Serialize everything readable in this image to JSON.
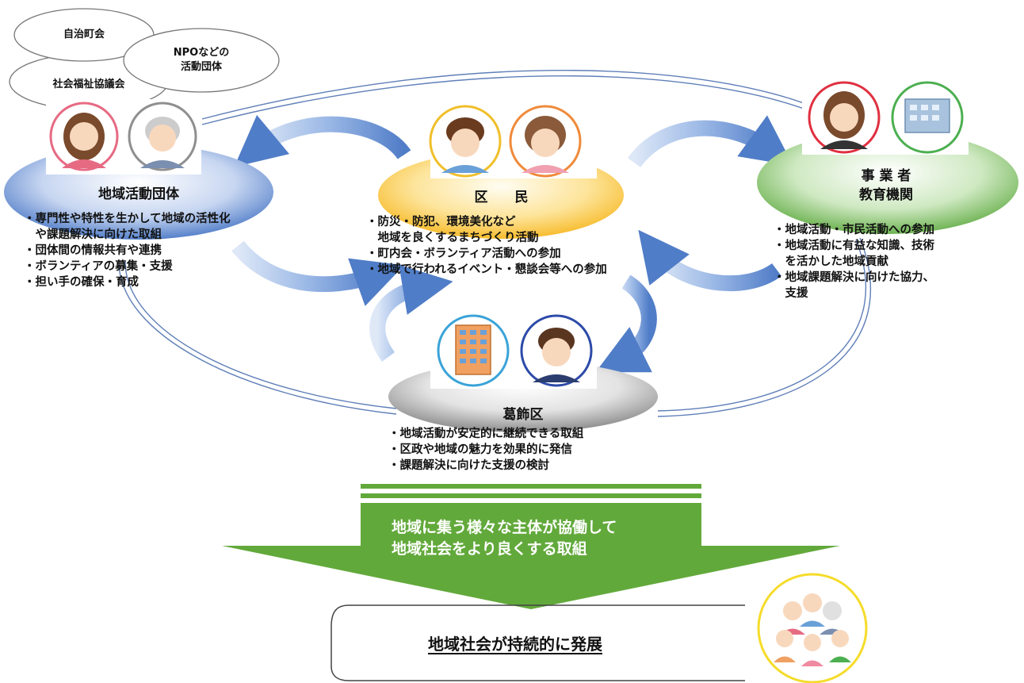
{
  "bubbles": {
    "jichi": "自治町会",
    "npo": [
      "NPOなどの",
      "活動団体"
    ],
    "shakyo": "社会福祉協議会"
  },
  "groups": {
    "chiiki": {
      "title": "地域活動団体",
      "bullets": [
        "・専門性や特性を生かして地域の活性化",
        "　や課題解決に向けた取組",
        "・団体間の情報共有や連携",
        "・ボランティアの募集・支援",
        "・担い手の確保・育成"
      ]
    },
    "kumin": {
      "title": "区　　民",
      "bullets": [
        "・防災・防犯、環境美化など",
        "　地域を良くするまちづくり活動",
        "・町内会・ボランティア活動への参加",
        "・地域で行われるイベント・懇談会等への参加"
      ]
    },
    "jigyosha": {
      "title_lines": [
        "事 業 者",
        "教育機関"
      ],
      "bullets": [
        "・地域活動・市民活動への参加",
        "・地域活動に有益な知識、技術",
        "　を活かした地域貢献",
        "・地域課題解決に向けた協力、",
        "　支援"
      ]
    },
    "katsushika": {
      "title": "葛飾区",
      "bullets": [
        "・地域活動が安定的に継続できる取組",
        "・区政や地域の魅力を効果的に発信",
        "・課題解決に向けた支援の検討"
      ]
    }
  },
  "arrow_text": [
    "地域に集う様々な主体が協働して",
    "地域社会をより良くする取組"
  ],
  "outcome": "地域社会が持続的に発展",
  "colors": {
    "blue": "#3e6fc2",
    "yellow": "#f6b418",
    "green": "#5aa83c",
    "gray": "#8c8c8c",
    "arrow_green": "#62a93b"
  }
}
